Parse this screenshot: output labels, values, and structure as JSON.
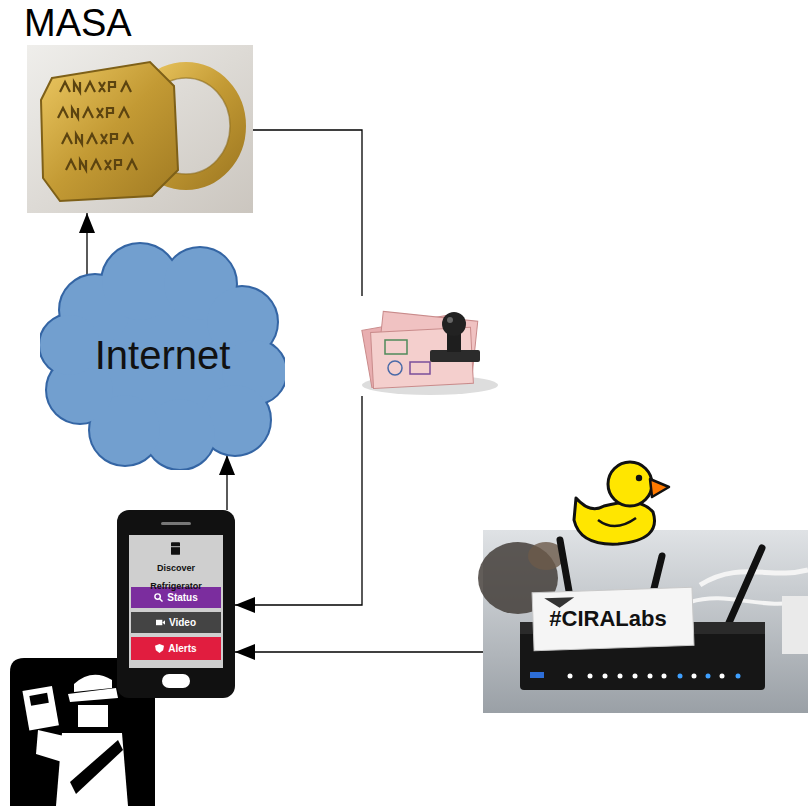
{
  "diagram": {
    "nodes": [
      {
        "text": [
          "MASA"
        ]
      },
      {
        "text": [
          "Internet"
        ]
      },
      {
        "text": [
          "Discover Refrigerator",
          "Status",
          "Video",
          "Alerts"
        ]
      },
      {
        "text": [
          "#CIRALabs"
        ]
      }
    ],
    "edges": [
      {
        "from": 1,
        "to": 0,
        "arrow": "to"
      },
      {
        "from": 2,
        "to": 1,
        "arrow": "to"
      },
      {
        "from": 0,
        "to": 2,
        "arrow": "to"
      },
      {
        "from": 3,
        "to": 2,
        "arrow": "to"
      }
    ]
  }
}
